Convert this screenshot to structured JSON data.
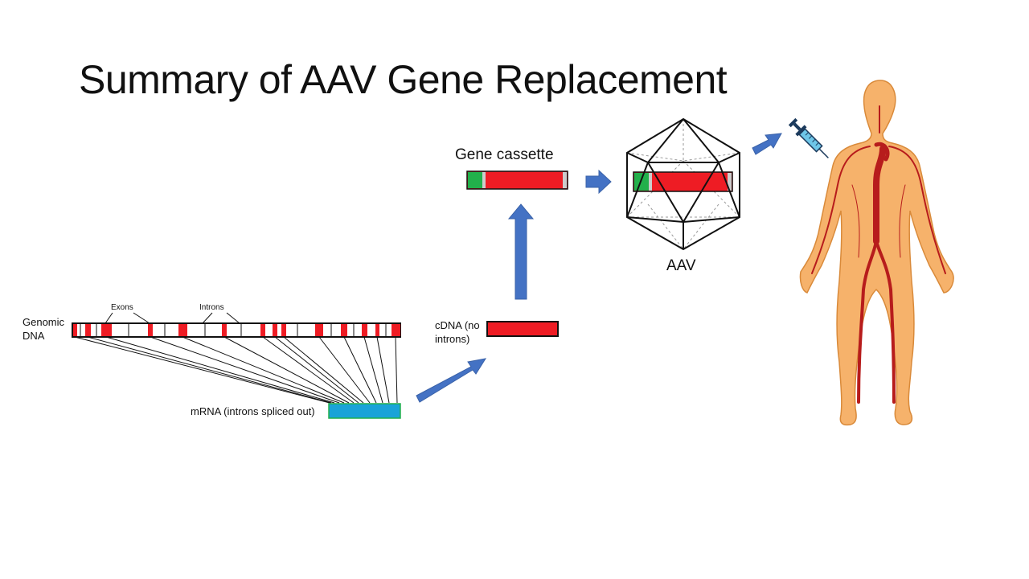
{
  "title": "Summary of AAV Gene Replacement",
  "labels": {
    "gene_cassette": "Gene cassette",
    "aav": "AAV",
    "genomic_dna_line1": "Genomic",
    "genomic_dna_line2": "DNA",
    "exons": "Exons",
    "introns": "Introns",
    "cdna_line1": "cDNA (no",
    "cdna_line2": "introns)",
    "mrna": "mRNA (introns spliced out)"
  },
  "colors": {
    "exon_red": "#ee1c24",
    "promoter_green": "#22b04b",
    "mrna_blue": "#1aa3d8",
    "arrow_blue": "#4472c4",
    "body_skin": "#f6b26b",
    "body_outline": "#d98a3a",
    "vessel_red": "#b71c1c"
  },
  "icons": {
    "syringe": "syringe-icon",
    "human": "human-body-icon",
    "capsid": "icosahedron-capsid-icon"
  }
}
